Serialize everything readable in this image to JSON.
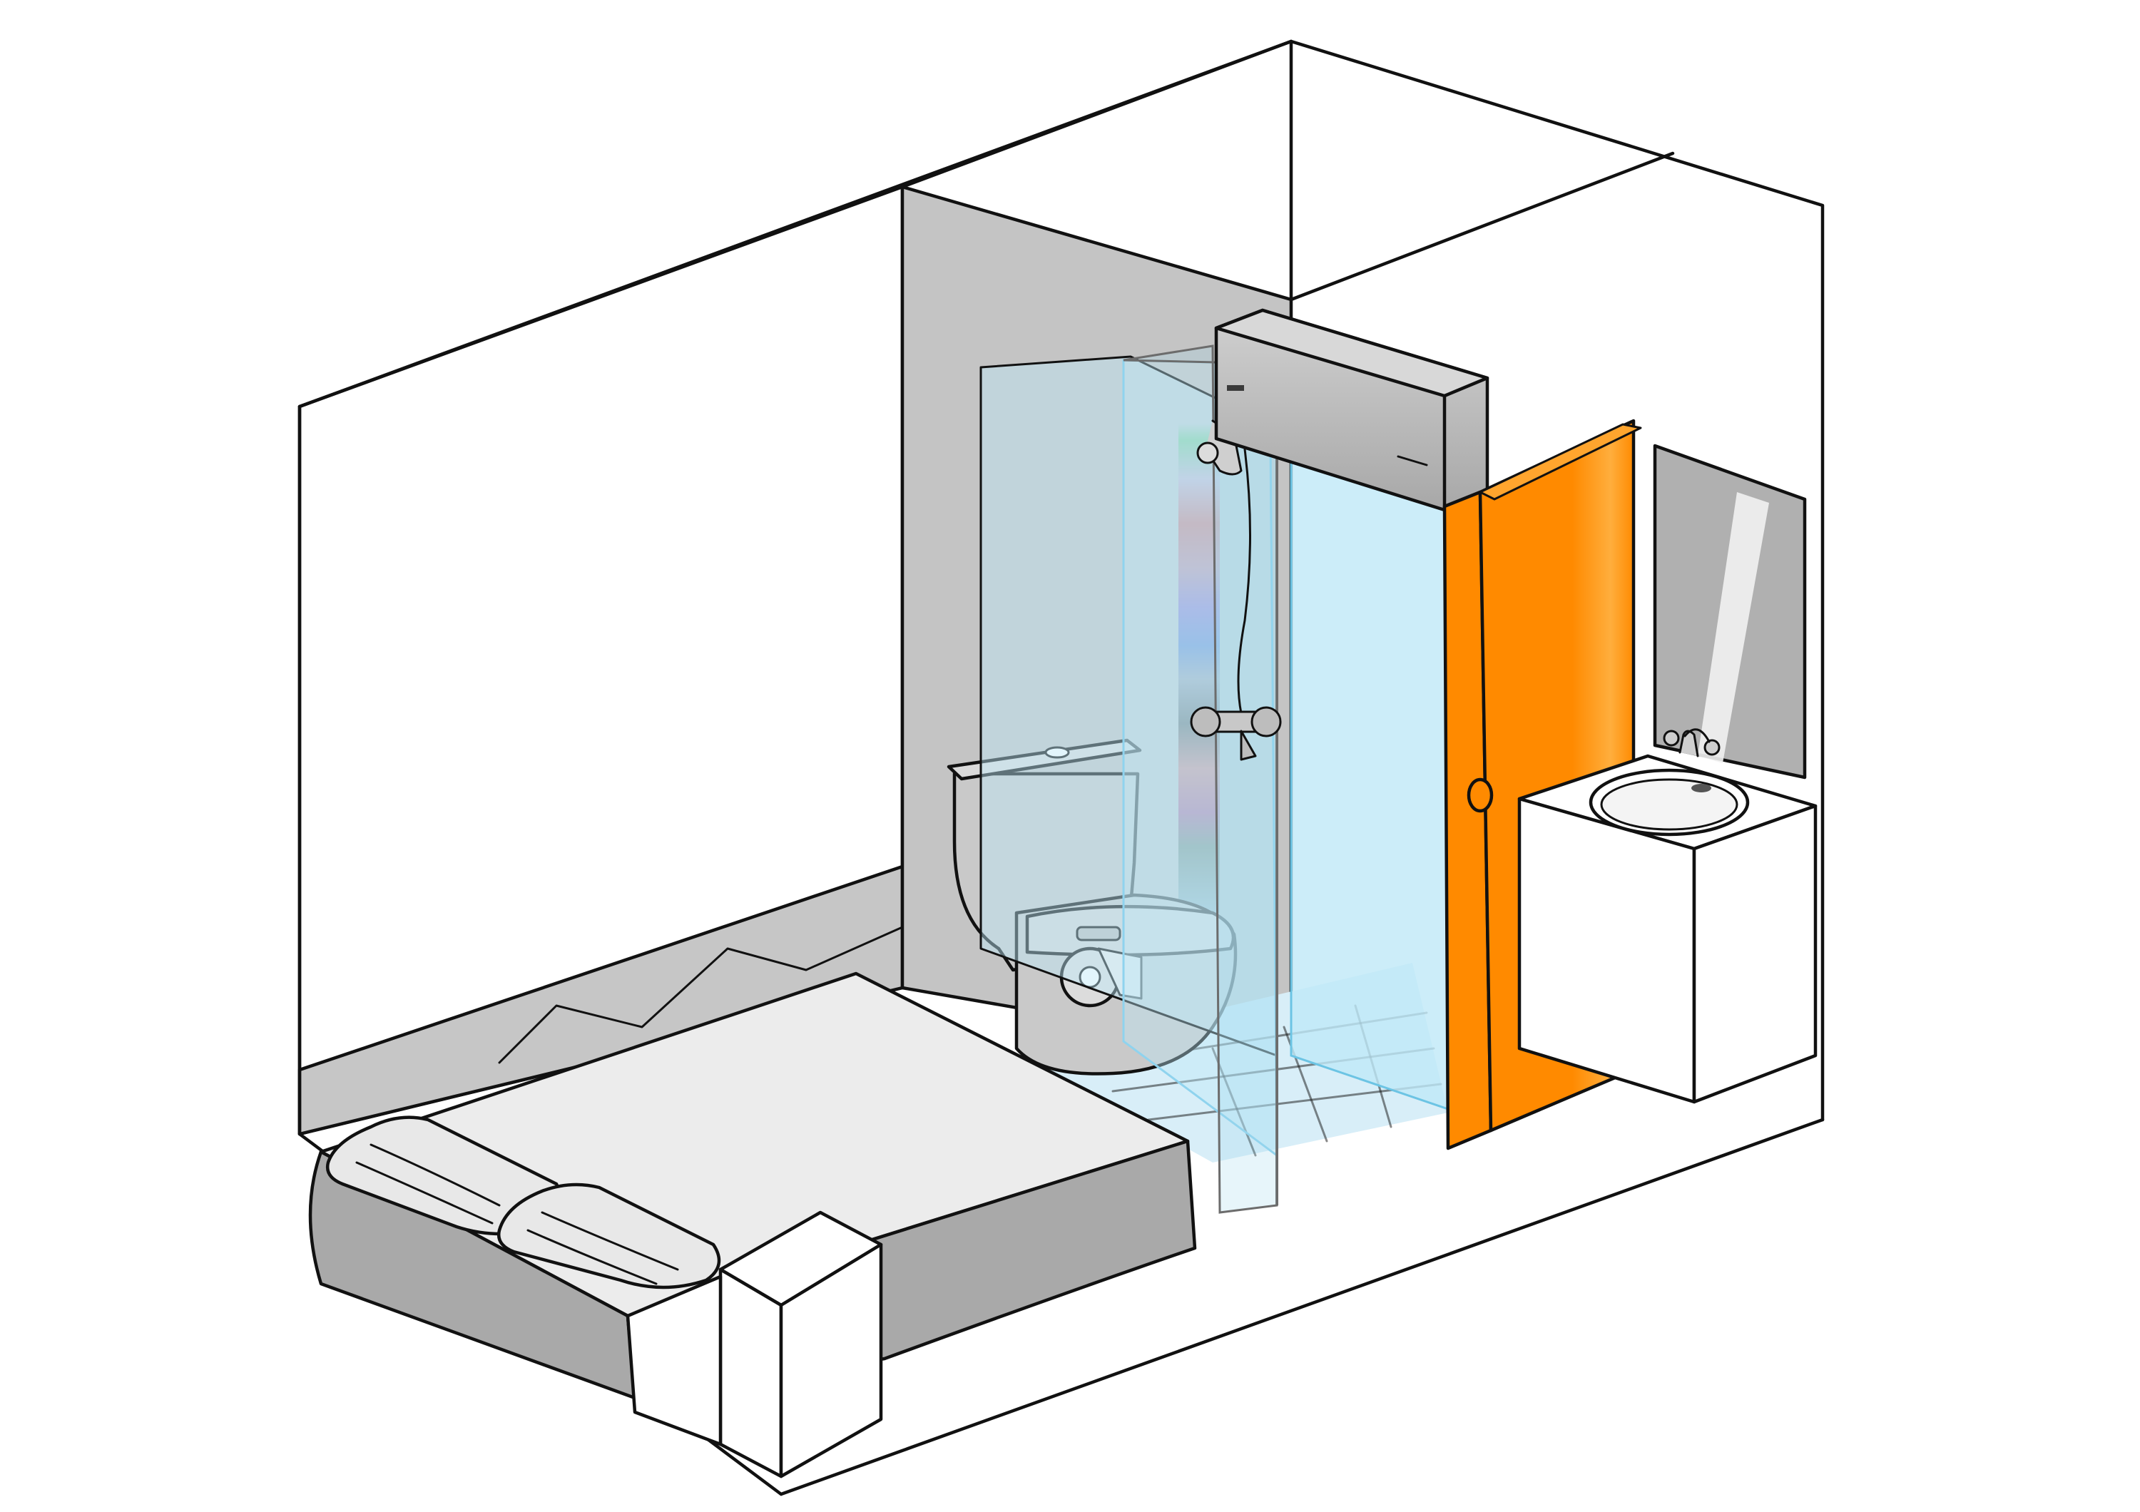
{
  "title": "",
  "colors": {
    "background": "#ffffff",
    "outline": "#111111",
    "wall_white": "#ffffff",
    "partition_gray": "#c4c4c4",
    "skirting_gray": "#c6c6c6",
    "bed_top": "#ececec",
    "bed_side": "#a9a9a9",
    "pillow": "#e8e8e8",
    "glass_blue": "#bfe9f8",
    "glass_frame": "#8fd3ee",
    "fixture_gray": "#c9c9c9",
    "ac_unit": "#b9b9b9",
    "door_orange": "#ff8a00",
    "door_highlight": "#ffa52e",
    "mirror": "#b0b0b0",
    "mirror_glint": "#f2f2f2",
    "vanity": "#ffffff",
    "towel_green": "#58c46a",
    "towel_red": "#d24a4a",
    "towel_purple": "#7a52c8",
    "towel_blue": "#3a63c9"
  },
  "elements": [
    "room-shell",
    "bathroom-partition-wall",
    "double-bed",
    "pillow-left",
    "pillow-right",
    "bedside-table",
    "wall-ac-unit",
    "glass-shower-screen",
    "shower-head-icon",
    "shower-mixer-icon",
    "toilet",
    "toilet-roll-holder-icon",
    "sliding-door",
    "door-handle-icon",
    "mirror",
    "vanity-with-sink",
    "faucet-icon"
  ]
}
